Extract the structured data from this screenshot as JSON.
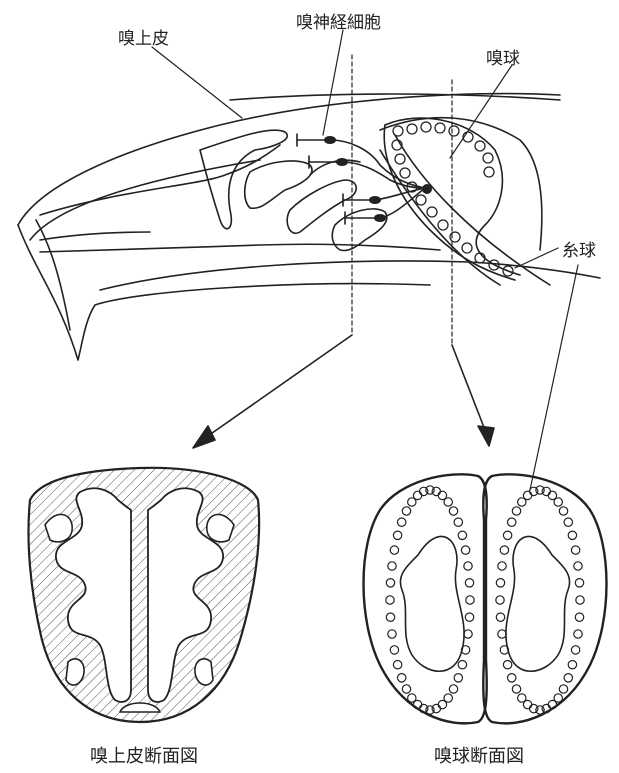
{
  "labels": {
    "olfactory_epithelium": "嗅上皮",
    "olfactory_neuron": "嗅神経細胞",
    "olfactory_bulb": "嗅球",
    "glomerulus": "糸球"
  },
  "captions": {
    "epithelium_section": "嗅上皮断面図",
    "bulb_section": "嗅球断面図"
  },
  "colors": {
    "ink": "#222222",
    "hatch": "#555555"
  }
}
